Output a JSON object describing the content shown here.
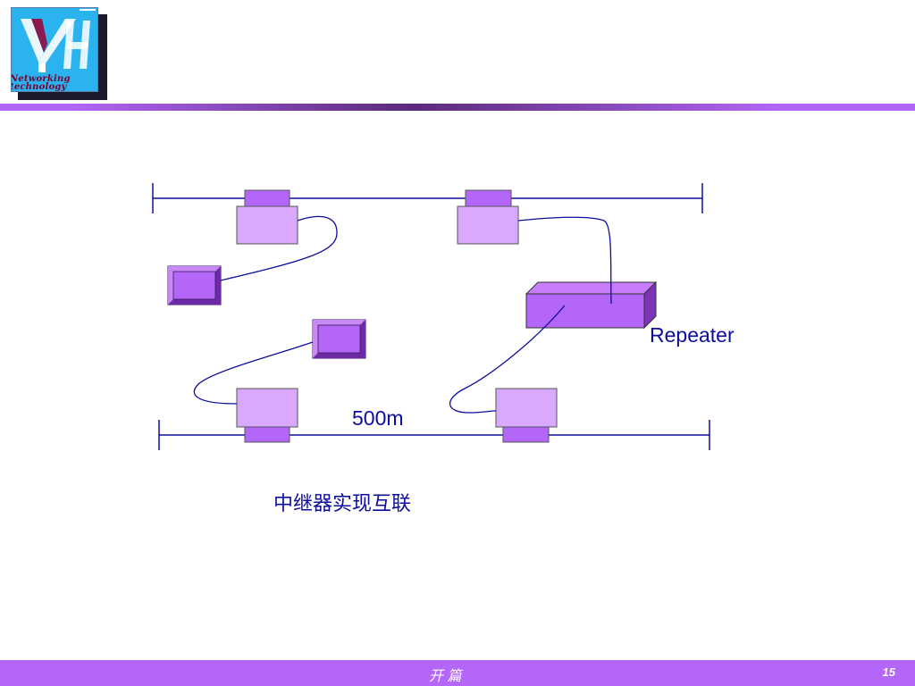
{
  "logo": {
    "line1": "Networking",
    "line2": "technology"
  },
  "diagram": {
    "repeater_label": "Repeater",
    "distance_label": "500m",
    "caption": "中继器实现互联"
  },
  "footer": {
    "title": "开 篇",
    "page_number": "15"
  },
  "colors": {
    "accent": "#b366f7",
    "device_fill": "#d9a9ff",
    "device_dark": "#b366f7",
    "line": "#0d0da0"
  }
}
